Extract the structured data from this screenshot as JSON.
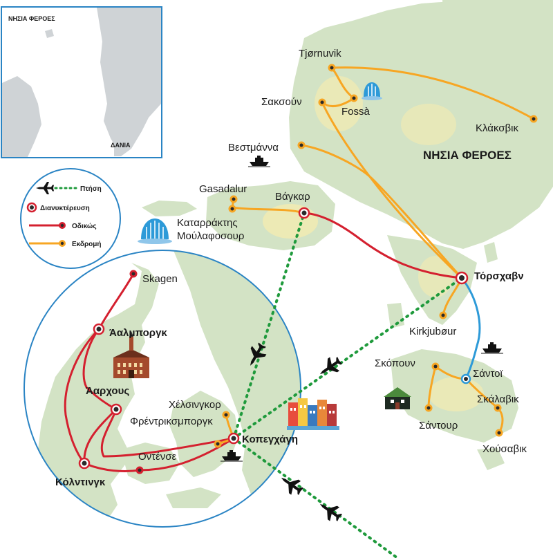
{
  "map": {
    "region_label": "ΝΗΣΙΑ ΦΕΡΟΕΣ",
    "colors": {
      "sea": "#ffffff",
      "land": "#d3e3c5",
      "land_highlight": "#f0eab3",
      "road": "#d4202f",
      "excursion": "#f7a623",
      "ferry": "#2d9ad8",
      "flight": "#1f9a3c",
      "circle_border": "#2a84c4"
    },
    "places": {
      "tjornuvik": "Tjørnuvik",
      "saksun": "Σακσούν",
      "fossa": "Fossà",
      "klaksvik": "Κλάκσβικ",
      "vestmanna": "Βεστμάννα",
      "gasadalur": "Gasadalur",
      "vagar": "Βάγκαρ",
      "waterfall": "Καταρράκτης Μούλαφοσουρ",
      "torshavn": "Τόρσχαβν",
      "kirkjubour": "Kirkjubøur",
      "skopun": "Σκόπουν",
      "sandoy": "Σάντοϊ",
      "skalavik": "Σκάλαβικ",
      "sandur": "Σάντουρ",
      "husavik": "Χούσαβικ",
      "skagen": "Skagen",
      "aalborg": "Άαλμποργκ",
      "aarhus": "Άαρχους",
      "helsingor": "Χέλσινγκορ",
      "frederiksborg": "Φρέντρικσμποργκ",
      "copenhagen": "Κοπεγχάγη",
      "odense": "Οντένσε",
      "kolding": "Κόλντινγκ"
    }
  },
  "inset": {
    "title": "ΝΗΣΙΑ ΦΕΡΟΕΣ",
    "denmark": "ΔΑΝΙΑ"
  },
  "legend": {
    "flight": "Πτήση",
    "overnight": "Διανυκτέρευση",
    "road": "Οδικώς",
    "excursion": "Εκδρομή"
  }
}
